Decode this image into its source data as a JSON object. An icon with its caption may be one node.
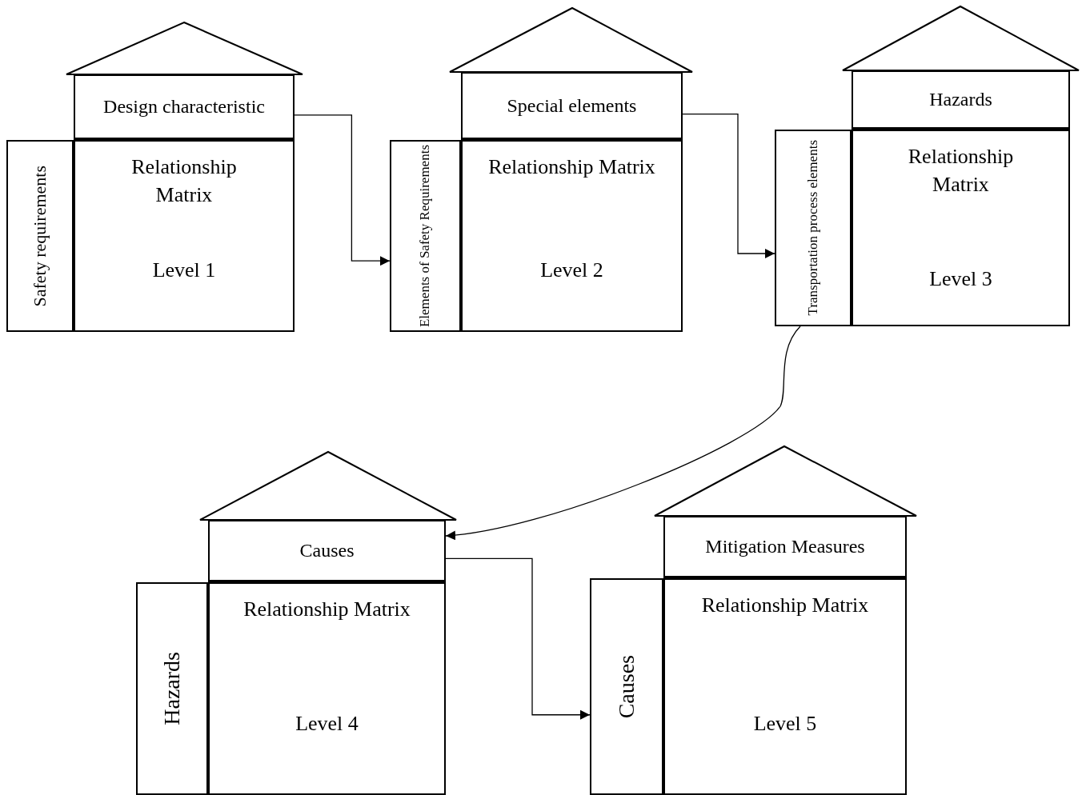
{
  "diagram": {
    "nodes": [
      {
        "text": [
          "Design characteristic"
        ]
      },
      {
        "text": [
          "Safety requirements"
        ]
      },
      {
        "text": [
          "Relationship Matrix",
          "Level 1"
        ]
      },
      {
        "text": [
          "Special elements"
        ]
      },
      {
        "text": [
          "Elements of Safety Requirements"
        ]
      },
      {
        "text": [
          "Relationship Matrix",
          "Level 2"
        ]
      },
      {
        "text": [
          "Hazards"
        ]
      },
      {
        "text": [
          "Transportation process elements"
        ]
      },
      {
        "text": [
          "Relationship Matrix",
          "Level 3"
        ]
      },
      {
        "text": [
          "Causes"
        ]
      },
      {
        "text": [
          "Hazards"
        ]
      },
      {
        "text": [
          "Relationship Matrix",
          "Level 4"
        ]
      },
      {
        "text": [
          "Mitigation Measures"
        ]
      },
      {
        "text": [
          "Causes"
        ]
      },
      {
        "text": [
          "Relationship Matrix",
          "Level 5"
        ]
      }
    ],
    "edges": [
      {
        "from": 0,
        "to": 4,
        "arrow": "to"
      },
      {
        "from": 3,
        "to": 7,
        "arrow": "to"
      },
      {
        "from": 7,
        "to": 9,
        "arrow": "to"
      },
      {
        "from": 9,
        "to": 13,
        "arrow": "to"
      }
    ]
  }
}
